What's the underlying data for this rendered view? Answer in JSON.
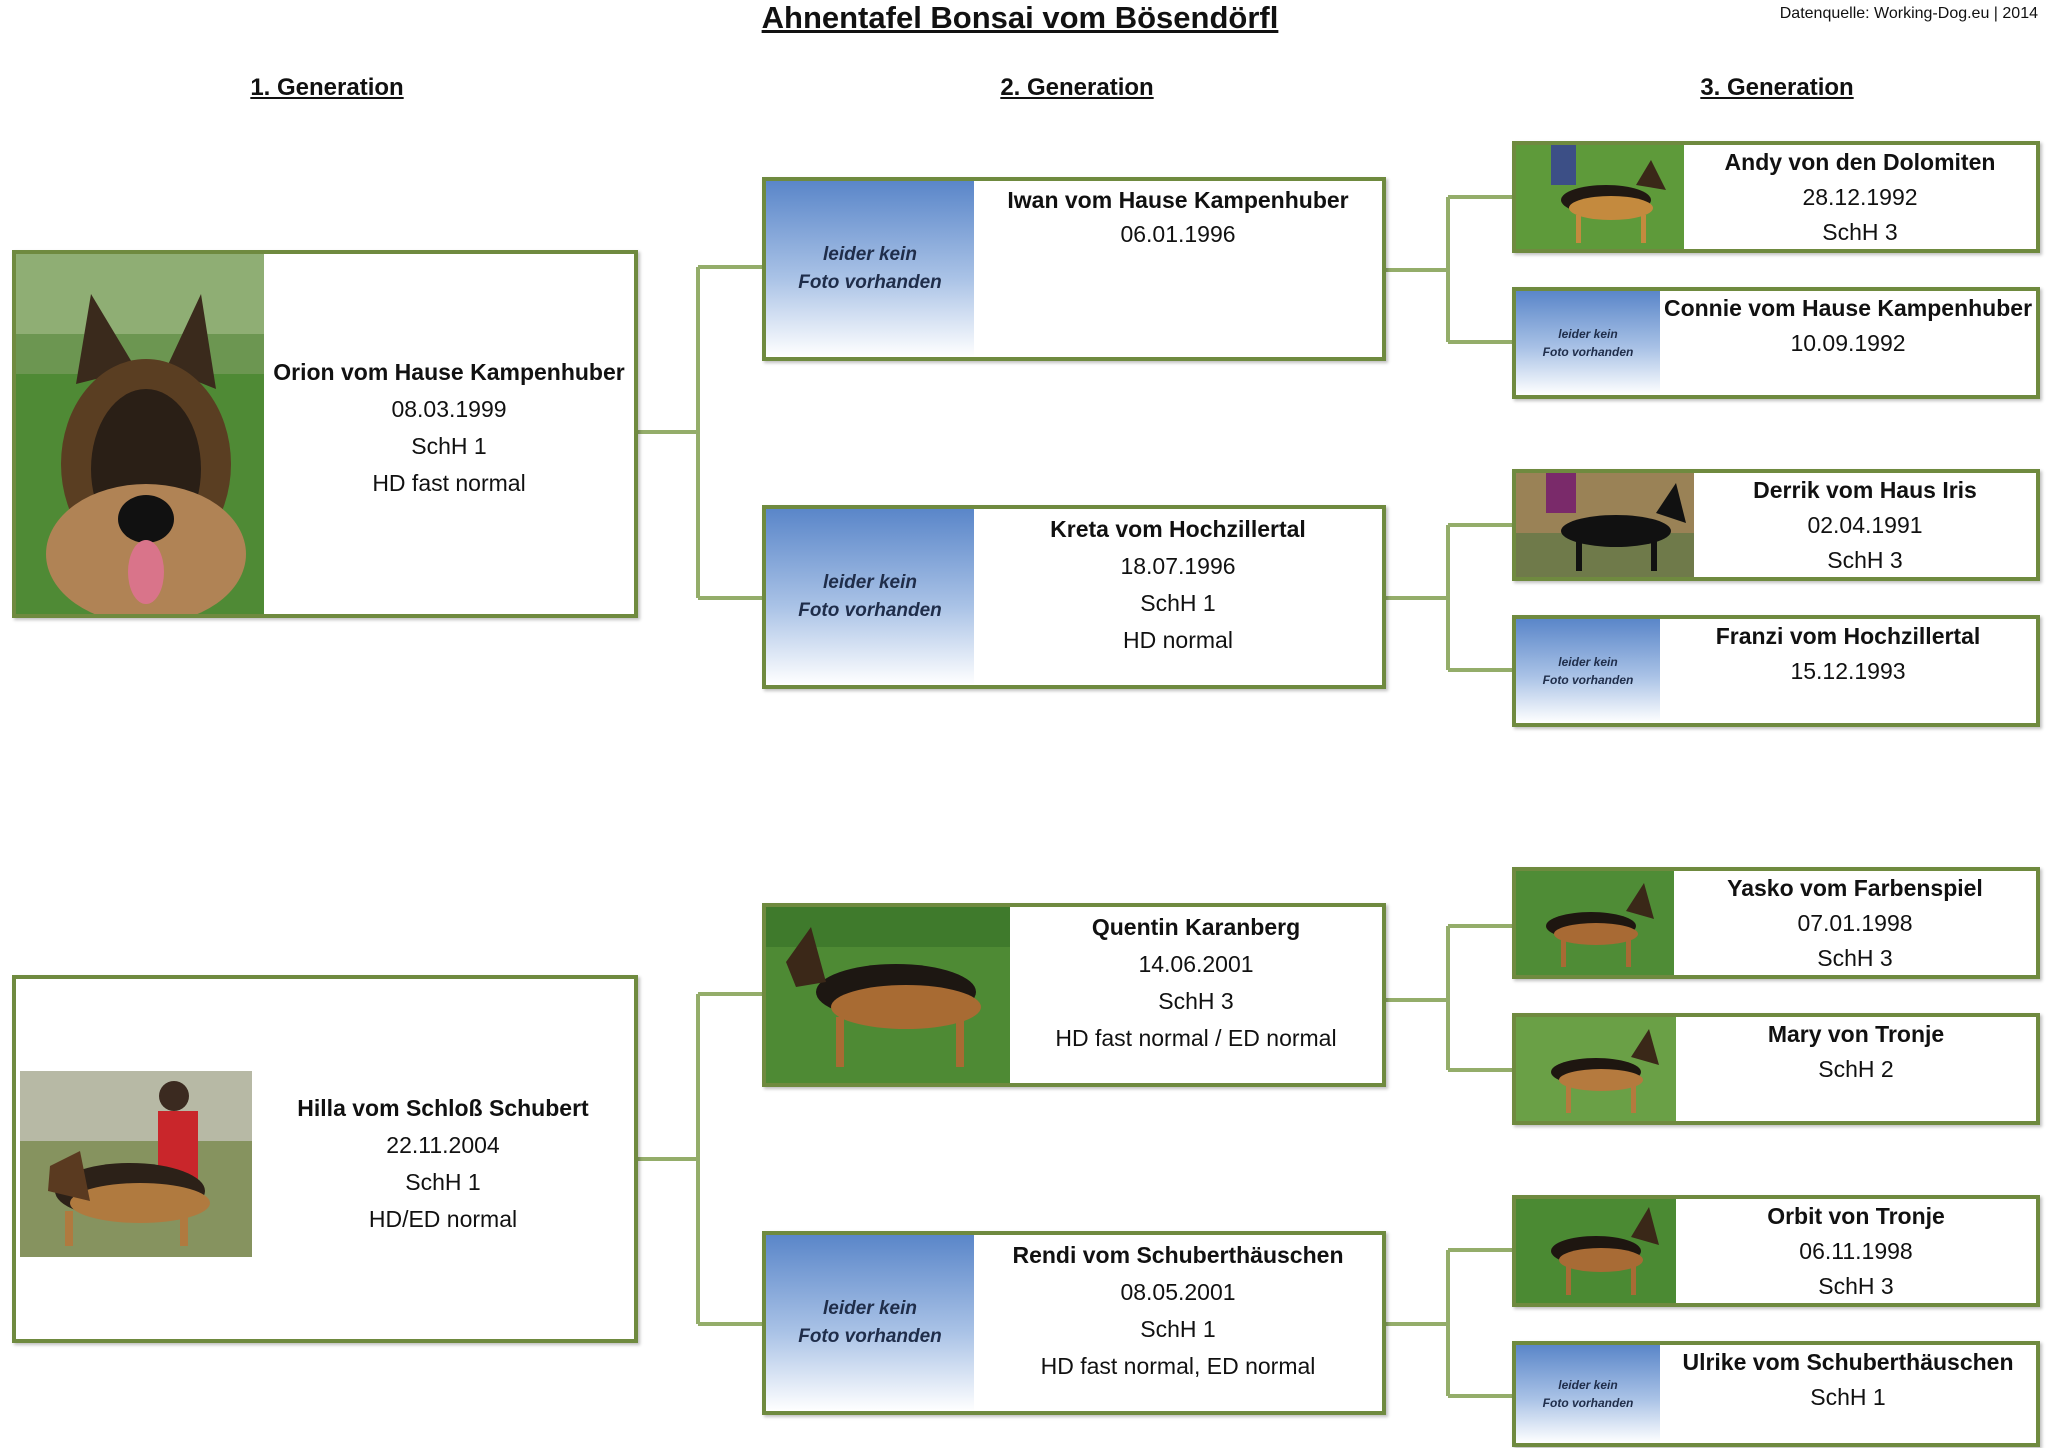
{
  "title": "Ahnentafel Bonsai vom Bösendörfl",
  "source": "Datenquelle: Working-Dog.eu | 2014",
  "generations": [
    "1. Generation",
    "2. Generation",
    "3. Generation"
  ],
  "no_photo": [
    "leider kein",
    "Foto vorhanden"
  ],
  "gen1": [
    {
      "name": "Orion vom Hause Kampenhuber",
      "lines": [
        "08.03.1999",
        "SchH 1",
        "HD fast normal"
      ]
    },
    {
      "name": "Hilla vom Schloß Schubert",
      "lines": [
        "22.11.2004",
        "SchH 1",
        "HD/ED normal"
      ]
    }
  ],
  "gen2": [
    {
      "name": "Iwan vom Hause Kampenhuber",
      "lines": [
        "06.01.1996"
      ]
    },
    {
      "name": "Kreta vom Hochzillertal",
      "lines": [
        "18.07.1996",
        "SchH 1",
        "HD normal"
      ]
    },
    {
      "name": "Quentin Karanberg",
      "lines": [
        "14.06.2001",
        "SchH 3",
        "HD fast normal / ED normal"
      ]
    },
    {
      "name": "Rendi vom Schuberthäuschen",
      "lines": [
        "08.05.2001",
        "SchH 1",
        "HD fast normal, ED normal"
      ]
    }
  ],
  "gen3": [
    {
      "name": "Andy von den Dolomiten",
      "lines": [
        "28.12.1992",
        "SchH 3"
      ]
    },
    {
      "name": "Connie vom Hause Kampenhuber",
      "lines": [
        "10.09.1992"
      ]
    },
    {
      "name": "Derrik vom Haus Iris",
      "lines": [
        "02.04.1991",
        "SchH 3"
      ]
    },
    {
      "name": "Franzi vom Hochzillertal",
      "lines": [
        "15.12.1993"
      ]
    },
    {
      "name": "Yasko vom Farbenspiel",
      "lines": [
        "07.01.1998",
        "SchH 3"
      ]
    },
    {
      "name": "Mary von Tronje",
      "lines": [
        "SchH 2"
      ]
    },
    {
      "name": "Orbit von Tronje",
      "lines": [
        "06.11.1998",
        "SchH 3"
      ]
    },
    {
      "name": "Ulrike vom Schuberthäuschen",
      "lines": [
        "SchH 1"
      ]
    }
  ]
}
